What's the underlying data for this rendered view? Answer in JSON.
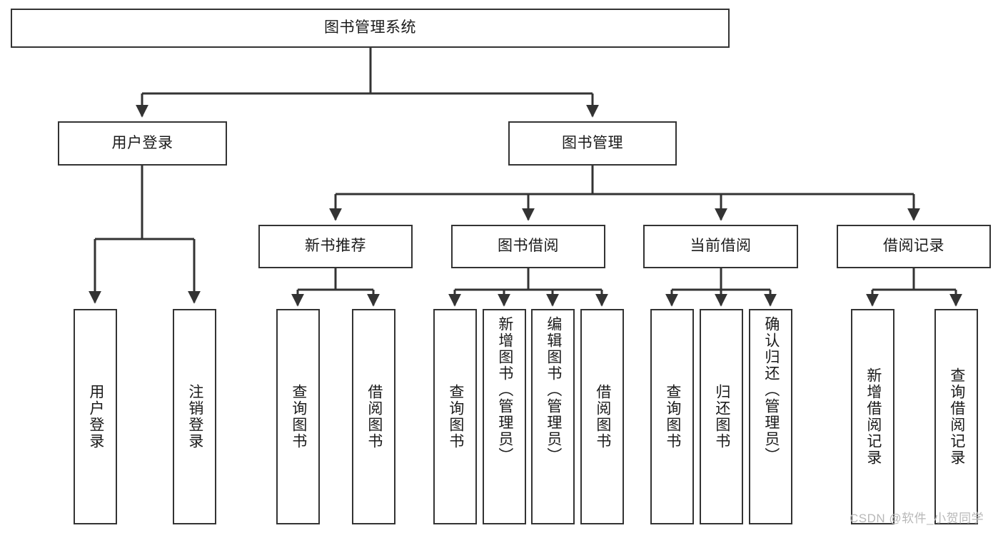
{
  "diagram": {
    "title": "图书管理系统",
    "type": "tree",
    "root": {
      "label": "图书管理系统"
    },
    "level2": [
      {
        "label": "用户登录"
      },
      {
        "label": "图书管理"
      }
    ],
    "level3": [
      {
        "label": "新书推荐",
        "parent": "图书管理"
      },
      {
        "label": "图书借阅",
        "parent": "图书管理"
      },
      {
        "label": "当前借阅",
        "parent": "图书管理"
      },
      {
        "label": "借阅记录",
        "parent": "图书管理"
      }
    ],
    "leaves_user_login": [
      {
        "label": "用户登录"
      },
      {
        "label": "注销登录"
      }
    ],
    "leaves_new_book": [
      {
        "label": "查询图书"
      },
      {
        "label": "借阅图书"
      }
    ],
    "leaves_borrow": [
      {
        "label": "查询图书"
      },
      {
        "label": "新增图书（管理员）"
      },
      {
        "label": "编辑图书（管理员）"
      },
      {
        "label": "借阅图书"
      }
    ],
    "leaves_current": [
      {
        "label": "查询图书"
      },
      {
        "label": "归还图书"
      },
      {
        "label": "确认归还（管理员）"
      }
    ],
    "leaves_record": [
      {
        "label": "新增借阅记录"
      },
      {
        "label": "查询借阅记录"
      }
    ]
  },
  "colors": {
    "stroke": "#333333",
    "fill": "#ffffff",
    "text": "#1a1a1a",
    "watermark": "#b8b8b8"
  },
  "watermark": {
    "text": "CSDN @软件_小贺同学"
  }
}
